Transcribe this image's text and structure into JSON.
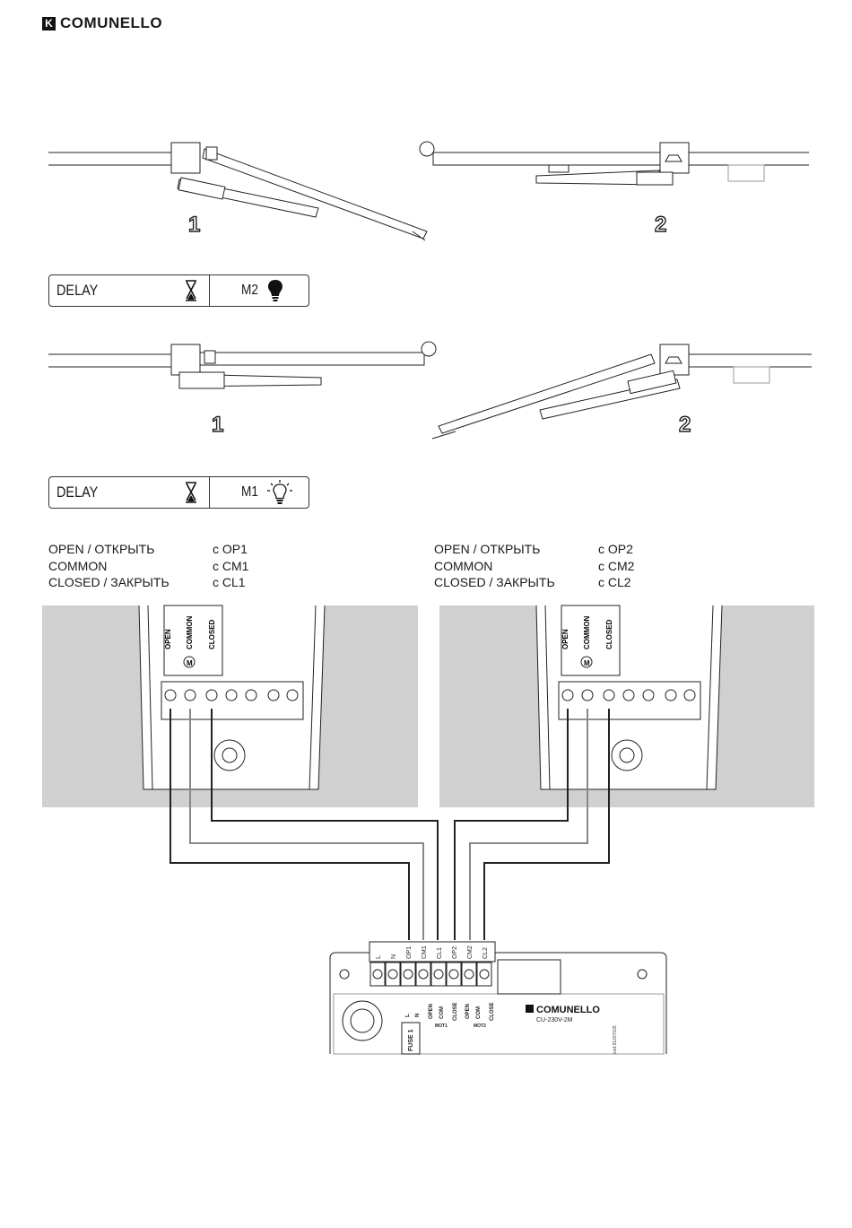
{
  "brand": {
    "name": "COMUNELLO",
    "mark": "K"
  },
  "gate_positions": {
    "top_left": "1",
    "top_right": "2",
    "bottom_left": "1",
    "bottom_right": "2"
  },
  "delay_boxes": [
    {
      "label": "DELAY",
      "motor": "M2",
      "icon": "lightbulb-filled-icon"
    },
    {
      "label": "DELAY",
      "motor": "M1",
      "icon": "lightbulb-outline-icon"
    }
  ],
  "wiring_left": [
    {
      "signal": "OPEN / ОТКРЫТЬ",
      "terminal": "c OP1"
    },
    {
      "signal": "COMMON",
      "terminal": "c CM1"
    },
    {
      "signal": "CLOSED / ЗАКРЫТЬ",
      "terminal": "c CL1"
    }
  ],
  "wiring_right": [
    {
      "signal": "OPEN / ОТКРЫТЬ",
      "terminal": "c OP2"
    },
    {
      "signal": "COMMON",
      "terminal": "c CM2"
    },
    {
      "signal": "CLOSED / ЗАКРЫТЬ",
      "terminal": "c CL2"
    }
  ],
  "motor_labels": {
    "open": "OPEN",
    "common": "COMMON",
    "closed": "CLOSED",
    "motor": "M"
  },
  "control_unit": {
    "brand": "COMUNELLO",
    "model": "CU-230V-2M",
    "code": "cod.91207028",
    "fuse": "FUSE 1",
    "top_terminals": [
      "L",
      "N",
      "OP1",
      "CM1",
      "CL1",
      "OP2",
      "CM2",
      "CL2"
    ],
    "pcb_labels": [
      "L",
      "N",
      "OPEN",
      "COM",
      "CLOSE",
      "OPEN",
      "COM",
      "CLOSE"
    ],
    "group_labels": [
      "MOT1",
      "MOT2"
    ]
  }
}
